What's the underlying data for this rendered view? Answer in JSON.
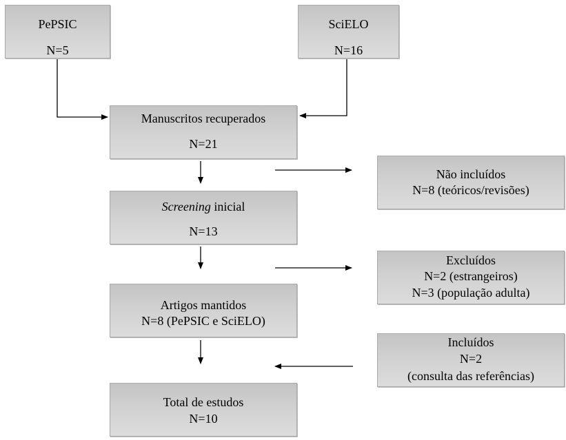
{
  "boxes": {
    "pepsic": {
      "title": "PePSIC",
      "count": "N=5"
    },
    "scielo": {
      "title": "SciELO",
      "count": "N=16"
    },
    "recuperados": {
      "title": "Manuscritos recuperados",
      "count": "N=21"
    },
    "screening": {
      "title_italic": "Screening",
      "title_rest": " inicial",
      "count": "N=13"
    },
    "mantidos": {
      "title": "Artigos mantidos",
      "count": "N=8 (PePSIC e SciELO)"
    },
    "total": {
      "title": "Total de estudos",
      "count": "N=10"
    },
    "nao_incluidos": {
      "title": "Não incluídos",
      "detail": "N=8 (teóricos/revisões)"
    },
    "excluidos": {
      "title": "Excluídos",
      "detail_1": "N=2 (estrangeiros)",
      "detail_2": "N=3 (população adulta)"
    },
    "incluidos": {
      "title": "Incluídos",
      "count": "N=2",
      "detail": "(consulta das referências)"
    }
  }
}
